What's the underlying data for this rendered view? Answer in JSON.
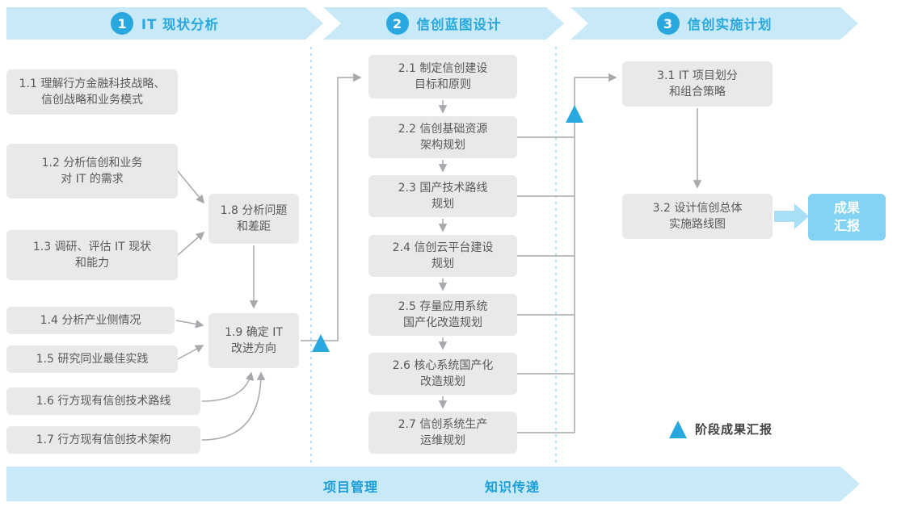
{
  "phases": [
    {
      "number": "1",
      "title": "IT 现状分析"
    },
    {
      "number": "2",
      "title": "信创蓝图设计"
    },
    {
      "number": "3",
      "title": "信创实施计划"
    }
  ],
  "phase1_boxes": {
    "b1_1": "1.1 理解行方金融科技战略、\n信创战略和业务模式",
    "b1_2": "1.2 分析信创和业务\n对 IT 的需求",
    "b1_3": "1.3 调研、评估 IT 现状\n和能力",
    "b1_4": "1.4 分析产业侧情况",
    "b1_5": "1.5 研究同业最佳实践",
    "b1_6": "1.6 行方现有信创技术路线",
    "b1_7": "1.7 行方现有信创技术架构",
    "b1_8": "1.8 分析问题\n和差距",
    "b1_9": "1.9 确定 IT\n改进方向"
  },
  "phase2_boxes": {
    "b2_1": "2.1 制定信创建设\n目标和原则",
    "b2_2": "2.2 信创基础资源\n架构规划",
    "b2_3": "2.3 国产技术路线\n规划",
    "b2_4": "2.4 信创云平台建设\n规划",
    "b2_5": "2.5 存量应用系统\n国产化改造规划",
    "b2_6": "2.6 核心系统国产化\n改造规划",
    "b2_7": "2.7 信创系统生产\n运维规划"
  },
  "phase3_boxes": {
    "b3_1": "3.1 IT 项目划分\n和组合策略",
    "b3_2": "3.2 设计信创总体\n实施路线图"
  },
  "result_box": "成果\n汇报",
  "legend": {
    "marker": "milestone-triangle",
    "label": "阶段成果汇报"
  },
  "footer": {
    "labels": [
      "项目管理",
      "知识传递"
    ]
  },
  "colors": {
    "accent_blue": "#29a8e0",
    "banner_bg": "#c7e9f8",
    "box_bg": "#e9e9e9",
    "box_text": "#58595b",
    "connector_gray": "#a7a9ac",
    "result_bg": "#85d3f4",
    "footer_text": "#1b9dd9"
  }
}
